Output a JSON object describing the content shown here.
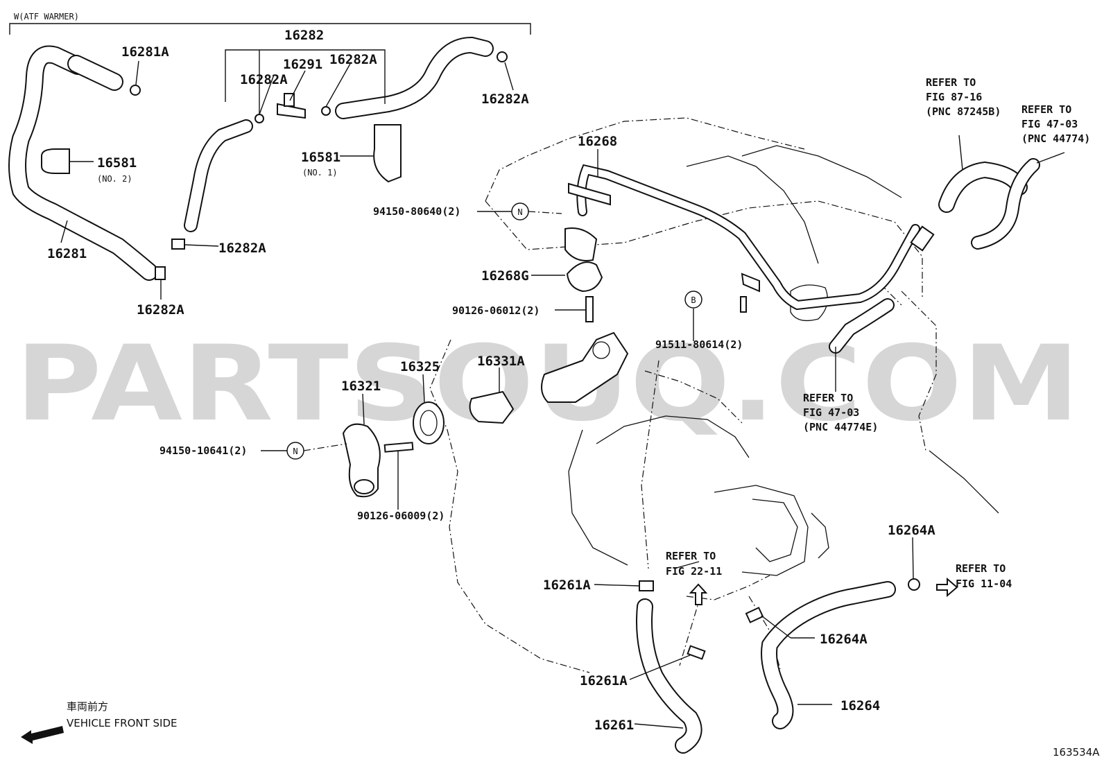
{
  "header": {
    "group_label": "W(ATF WARMER)"
  },
  "watermark": "PARTSOUQ.COM",
  "footer": {
    "direction_jp": "車両前方",
    "direction_en": "VEHICLE FRONT SIDE",
    "figure_code": "163534A"
  },
  "callouts": {
    "p16282": "16282",
    "p16281A": "16281A",
    "p16291": "16291",
    "p16282A_a": "16282A",
    "p16282A_b": "16282A",
    "p16282A_c": "16282A",
    "p16282A_d": "16282A",
    "p16282A_e": "16282A",
    "p16581_2": "16581",
    "p16581_2_note": "(NO. 2)",
    "p16581_1": "16581",
    "p16581_1_note": "(NO. 1)",
    "p16281": "16281",
    "p16268": "16268",
    "p94150_80640": "94150-80640(2)",
    "p16268G": "16268G",
    "p90126_06012": "90126-06012(2)",
    "p91511_80614": "91511-80614(2)",
    "p16325": "16325",
    "p16331A": "16331A",
    "p16321": "16321",
    "p94150_10641": "94150-10641(2)",
    "p90126_06009": "90126-06009(2)",
    "p16264A_a": "16264A",
    "p16264A_b": "16264A",
    "p16261A_a": "16261A",
    "p16261A_b": "16261A",
    "p16261": "16261",
    "p16264": "16264"
  },
  "markers": {
    "n1": "N",
    "n2": "N",
    "b": "B"
  },
  "references": {
    "r87_16": [
      "REFER TO",
      "FIG 87-16",
      "(PNC 87245B)"
    ],
    "r47_03a": [
      "REFER TO",
      "FIG 47-03",
      "(PNC 44774)"
    ],
    "r47_03b": [
      "REFER TO",
      "FIG 47-03",
      "(PNC 44774E)"
    ],
    "r22_11": [
      "REFER TO",
      "FIG 22-11"
    ],
    "r11_04": [
      "REFER TO",
      "FIG 11-04"
    ]
  }
}
